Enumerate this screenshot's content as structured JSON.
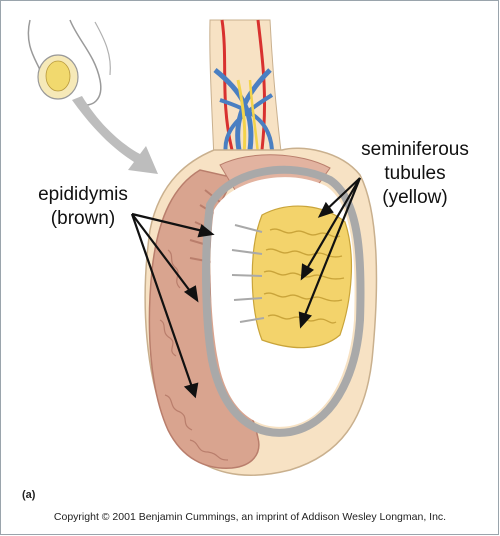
{
  "labels": {
    "epididymis_line1": "epididymis",
    "epididymis_line2": "(brown)",
    "seminiferous_line1": "seminiferous",
    "seminiferous_line2": "tubules",
    "seminiferous_line3": "(yellow)"
  },
  "panel_letter": "(a)",
  "copyright": "Copyright © 2001 Benjamin Cummings, an imprint of Addison Wesley Longman, Inc.",
  "colors": {
    "epididymis": "#d9a48f",
    "epididymis_outline": "#b97e6c",
    "tubules": "#f3d36b",
    "tubule_outline": "#c9a43a",
    "tunica": "#a9a9a9",
    "scrotal_tissue": "#f7e2c4",
    "artery": "#d8312f",
    "vein": "#4a7fc2",
    "nerve": "#f3d34a",
    "arrow": "#111111",
    "guide_arrow": "#bdbdbd"
  }
}
